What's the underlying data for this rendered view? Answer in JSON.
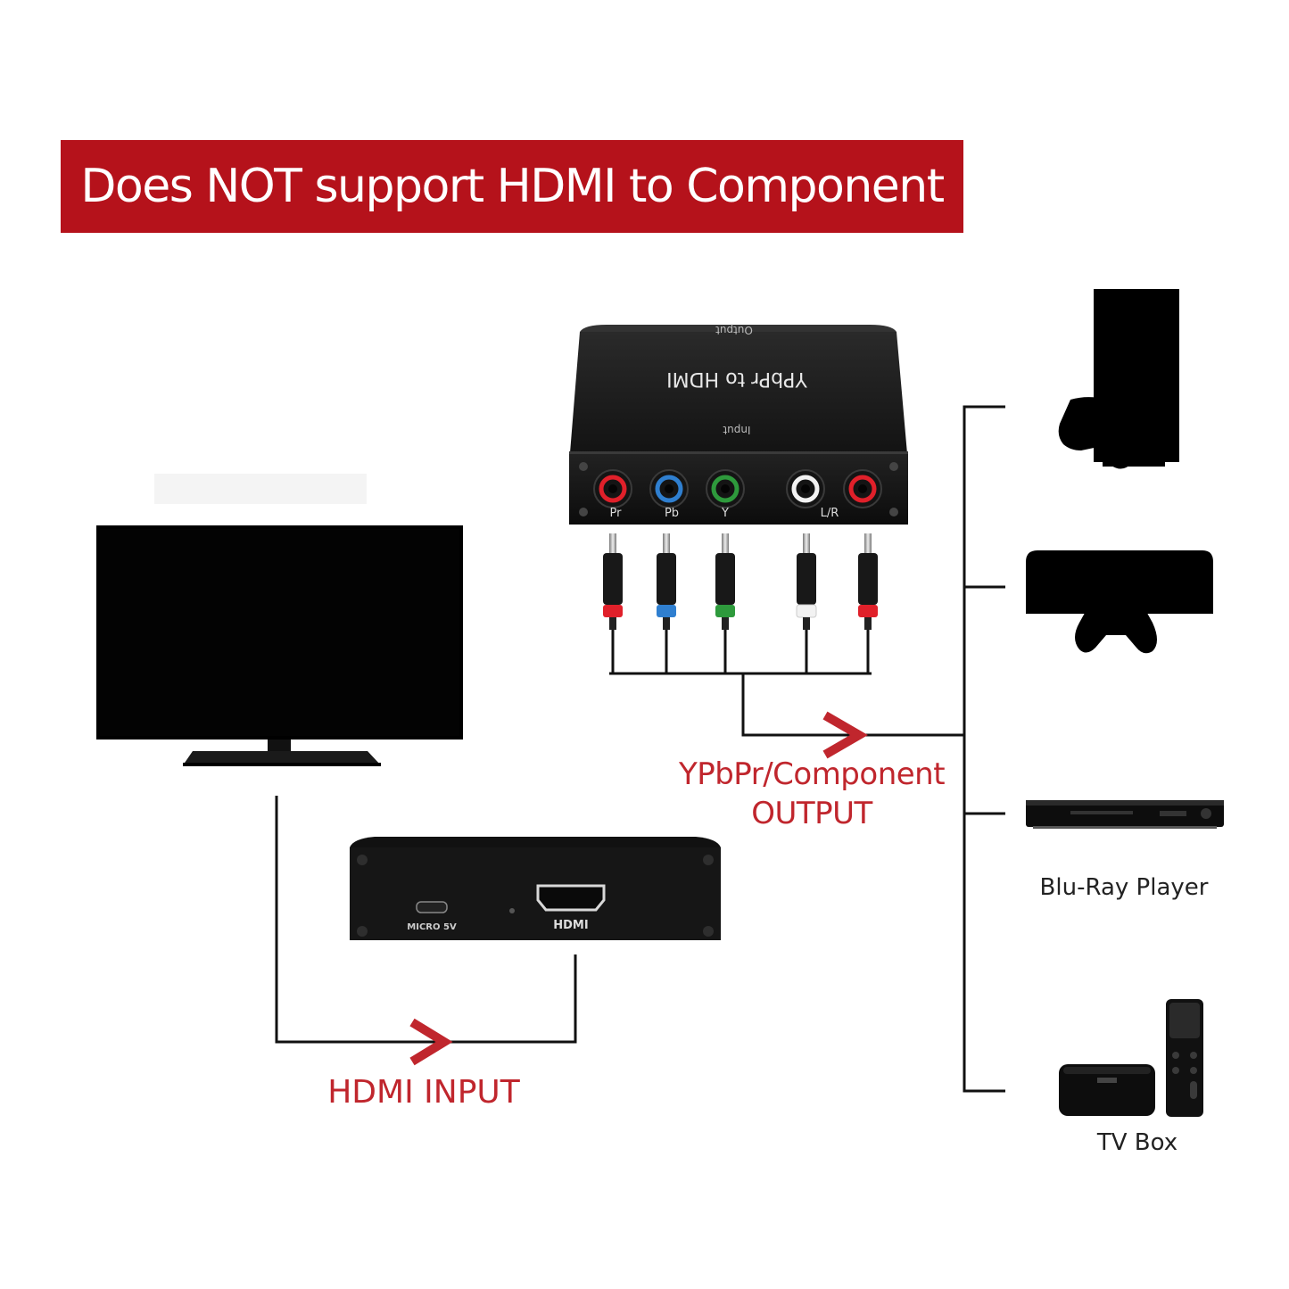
{
  "banner": {
    "text": "Does NOT support HDMI to Component"
  },
  "component_box": {
    "top_label": "Output",
    "title": "YPbPr to HDMI",
    "bottom_label": "Input",
    "ports": [
      "Pr",
      "Pb",
      "Y",
      "L/R"
    ]
  },
  "hdmi_box": {
    "micro_label": "MICRO 5V",
    "hdmi_label": "HDMI"
  },
  "labels": {
    "output_line1": "YPbPr/Component",
    "output_line2": "OUTPUT",
    "input": "HDMI INPUT",
    "bluray": "Blu-Ray Player",
    "tvbox": "TV Box"
  },
  "colors": {
    "banner": "#b5121b",
    "accent_red": "#c0262d",
    "plug_red": "#e0202a",
    "plug_blue": "#2f7fd0",
    "plug_green": "#2e9a3c",
    "plug_white": "#f2f2f2"
  }
}
